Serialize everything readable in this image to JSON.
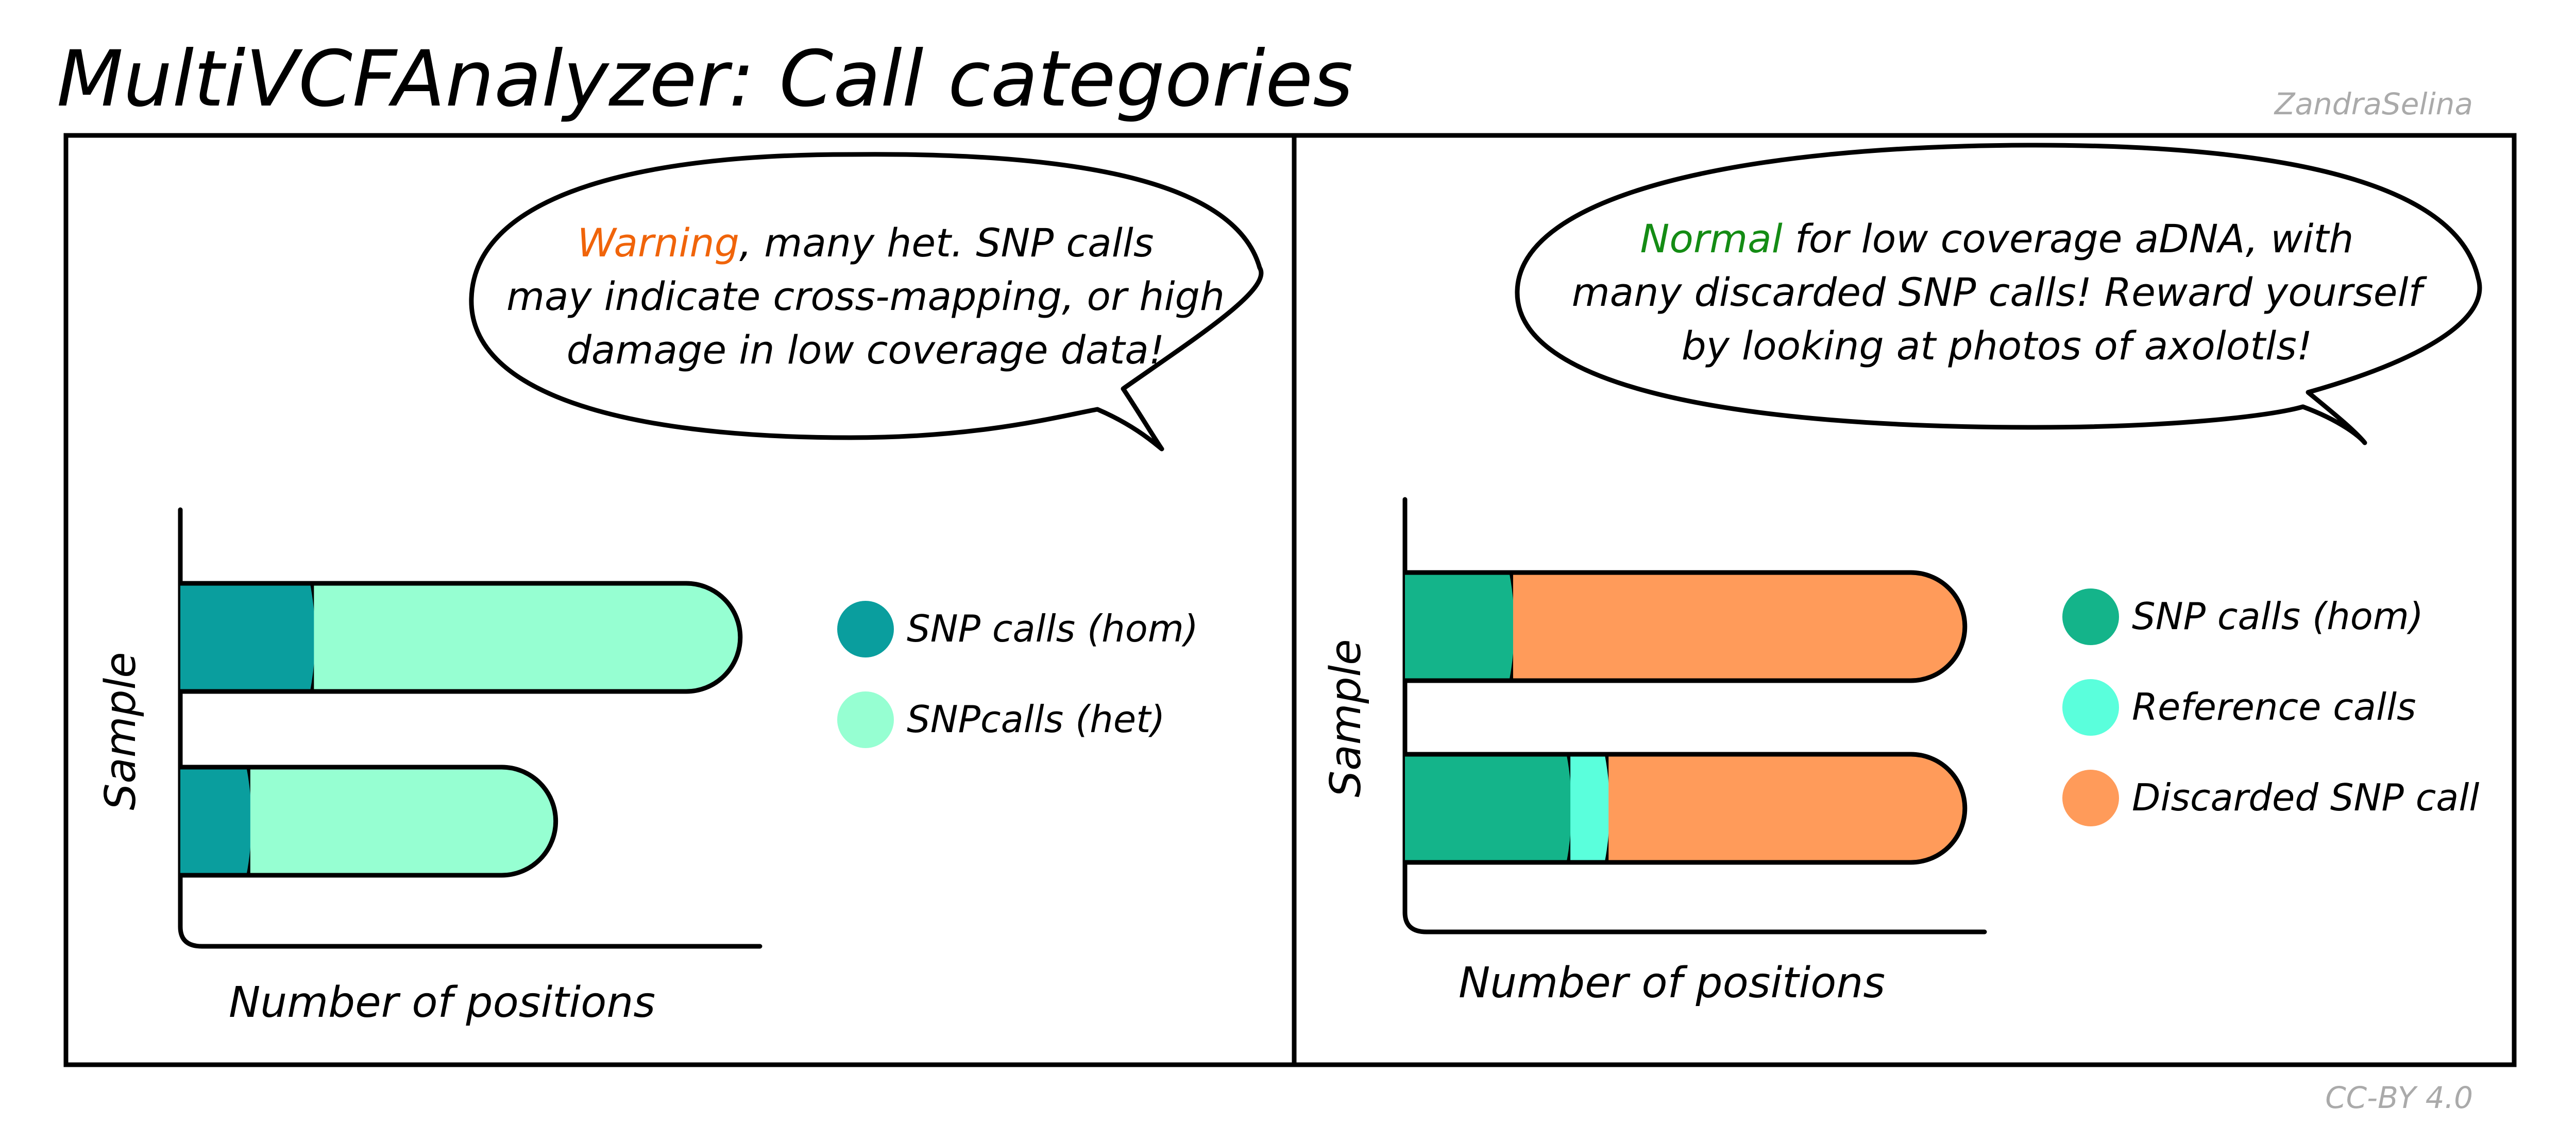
{
  "title": "MultiVCFAnalyzer: Call categories",
  "author": "ZandraSelina",
  "license": "CC-BY 4.0",
  "colors": {
    "snp_hom_left": "#0a9e9e",
    "snp_het": "#96ffd2",
    "snp_hom_right": "#14b48a",
    "reference": "#5affdc",
    "discarded": "#ff9b5a",
    "warning": "#f0640a",
    "normal": "#148c14",
    "outline": "#000000",
    "footer_gray": "#aaaaaa"
  },
  "panels": [
    {
      "speech": {
        "highlight": "Warning",
        "highlight_color": "#f0640a",
        "line1_rest": ", many het. SNP calls",
        "line2": "may indicate cross-mapping, or high",
        "line3": "damage in low coverage data!"
      },
      "xlabel": "Number of positions",
      "ylabel": "Sample",
      "legend": [
        {
          "label": "SNP calls (hom)",
          "color": "#0a9e9e"
        },
        {
          "label": "SNPcalls (het)",
          "color": "#96ffd2"
        }
      ],
      "chart_data": {
        "type": "bar",
        "orientation": "horizontal",
        "stacked": true,
        "categories": [
          "",
          ""
        ],
        "xlim": [
          0,
          1
        ],
        "series": [
          {
            "name": "SNP calls (hom)",
            "color": "#0a9e9e",
            "values": [
              0.21,
              0.11
            ]
          },
          {
            "name": "SNPcalls (het)",
            "color": "#96ffd2",
            "values": [
              0.67,
              0.48
            ]
          }
        ]
      }
    },
    {
      "speech": {
        "highlight": "Normal",
        "highlight_color": "#148c14",
        "line1_rest": " for low coverage aDNA, with",
        "line2": "many discarded SNP calls! Reward yourself",
        "line3": "by looking at photos of axolotls!"
      },
      "xlabel": "Number of positions",
      "ylabel": "Sample",
      "legend": [
        {
          "label": "SNP calls (hom)",
          "color": "#14b48a"
        },
        {
          "label": "Reference calls",
          "color": "#5affdc"
        },
        {
          "label": "Discarded SNP call",
          "color": "#ff9b5a"
        }
      ],
      "chart_data": {
        "type": "bar",
        "orientation": "horizontal",
        "stacked": true,
        "categories": [
          "",
          ""
        ],
        "xlim": [
          0,
          1
        ],
        "series": [
          {
            "name": "SNP calls (hom)",
            "color": "#14b48a",
            "values": [
              0.17,
              0.26
            ]
          },
          {
            "name": "Reference calls",
            "color": "#5affdc",
            "values": [
              0.0,
              0.06
            ]
          },
          {
            "name": "Discarded SNP call",
            "color": "#ff9b5a",
            "values": [
              0.71,
              0.56
            ]
          }
        ]
      }
    }
  ]
}
